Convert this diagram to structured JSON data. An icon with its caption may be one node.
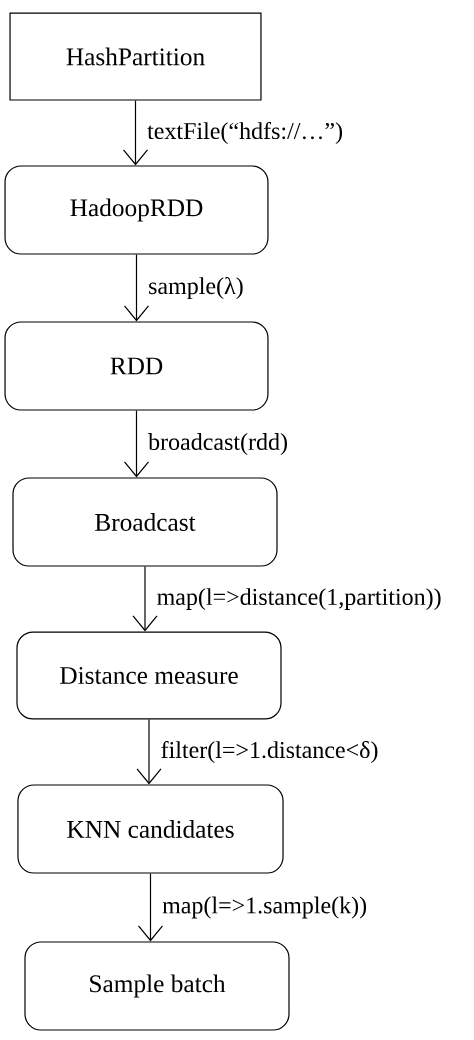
{
  "diagram": {
    "nodes": [
      {
        "text": [
          "HashPartition"
        ]
      },
      {
        "text": [
          "HadoopRDD"
        ]
      },
      {
        "text": [
          "RDD"
        ]
      },
      {
        "text": [
          "Broadcast"
        ]
      },
      {
        "text": [
          "Distance measure"
        ]
      },
      {
        "text": [
          "KNN candidates"
        ]
      },
      {
        "text": [
          "Sample batch"
        ]
      }
    ],
    "edges": [
      {
        "from": 0,
        "to": 1,
        "arrow": "to",
        "label": "textFile(“hdfs://…”)"
      },
      {
        "from": 1,
        "to": 2,
        "arrow": "to",
        "label": "sample(λ)"
      },
      {
        "from": 2,
        "to": 3,
        "arrow": "to",
        "label": "broadcast(rdd)"
      },
      {
        "from": 3,
        "to": 4,
        "arrow": "to",
        "label": "map(l=>distance(1,partition))"
      },
      {
        "from": 4,
        "to": 5,
        "arrow": "to",
        "label": "filter(l=>1.distance<δ)"
      },
      {
        "from": 5,
        "to": 6,
        "arrow": "to",
        "label": "map(l=>1.sample(k))"
      }
    ]
  }
}
